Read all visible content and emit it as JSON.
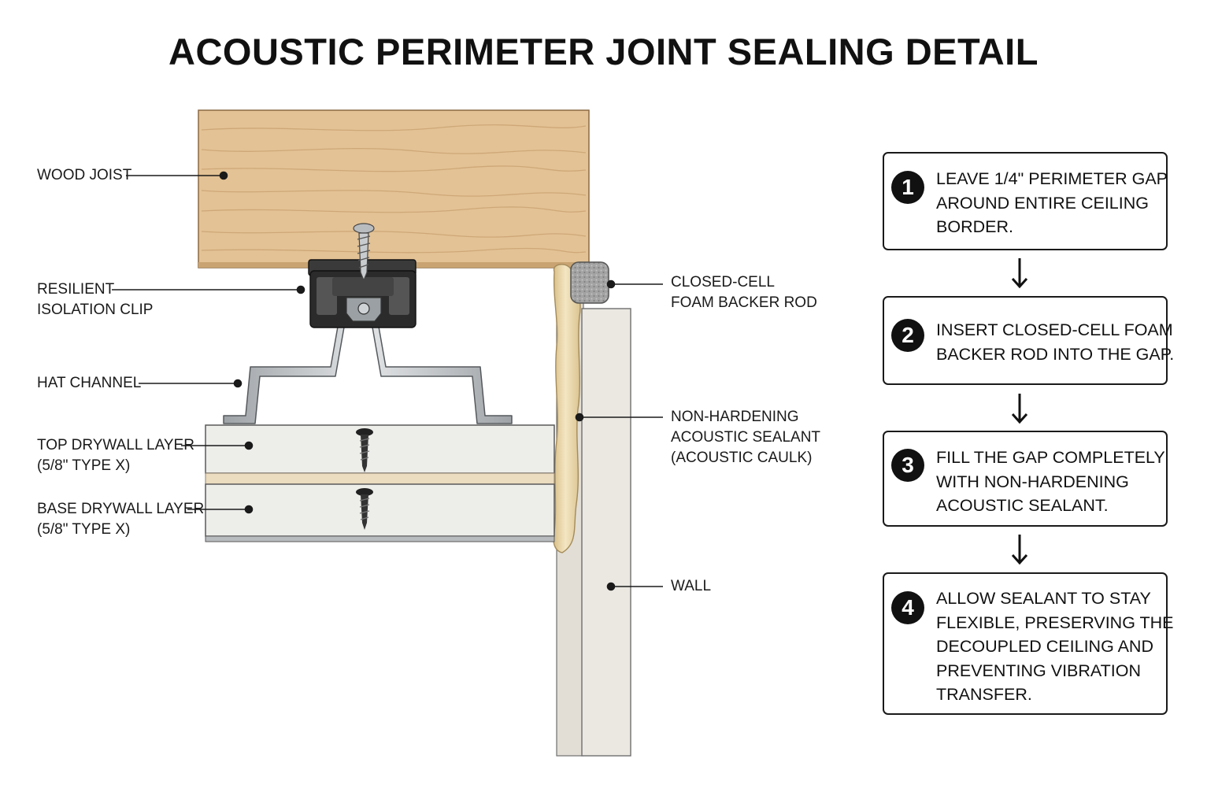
{
  "title": "ACOUSTIC PERIMETER JOINT SEALING DETAIL",
  "labels": {
    "wood_joist": [
      "WOOD JOIST"
    ],
    "resilient_clip": [
      "RESILIENT",
      "ISOLATION CLIP"
    ],
    "hat_channel": [
      "HAT CHANNEL"
    ],
    "top_drywall": [
      "TOP DRYWALL LAYER",
      "(5/8\" TYPE X)"
    ],
    "base_drywall": [
      "BASE DRYWALL LAYER",
      "(5/8\" TYPE X)"
    ],
    "backer_rod": [
      "CLOSED-CELL",
      "FOAM BACKER ROD"
    ],
    "sealant": [
      "NON-HARDENING",
      "ACOUSTIC SEALANT",
      "(ACOUSTIC CAULK)"
    ],
    "wall": [
      "WALL"
    ]
  },
  "steps": [
    {
      "number": "1",
      "lines": [
        "LEAVE 1/4\" PERIMETER GAP",
        "AROUND ENTIRE CEILING",
        "BORDER."
      ]
    },
    {
      "number": "2",
      "lines": [
        "INSERT CLOSED-CELL FOAM",
        "BACKER ROD INTO THE GAP."
      ]
    },
    {
      "number": "3",
      "lines": [
        "FILL THE GAP COMPLETELY",
        "WITH NON-HARDENING",
        "ACOUSTIC SEALANT."
      ]
    },
    {
      "number": "4",
      "lines": [
        "ALLOW SEALANT TO STAY",
        "FLEXIBLE, PRESERVING THE",
        "DECOUPLED CEILING AND",
        "PREVENTING VIBRATION",
        "TRANSFER."
      ]
    }
  ],
  "colors": {
    "wood": "#e3c295",
    "wood_grain": "#c9a170",
    "drywall": "#ededea",
    "drywall_edge": "#5a5a5a",
    "wall": "#ebe8e2",
    "sealant": "#efdcae",
    "backer_rod": "#9a9a9a",
    "clip": "#2b2b2b",
    "channel": "#c8cacc",
    "ink": "#111111"
  }
}
